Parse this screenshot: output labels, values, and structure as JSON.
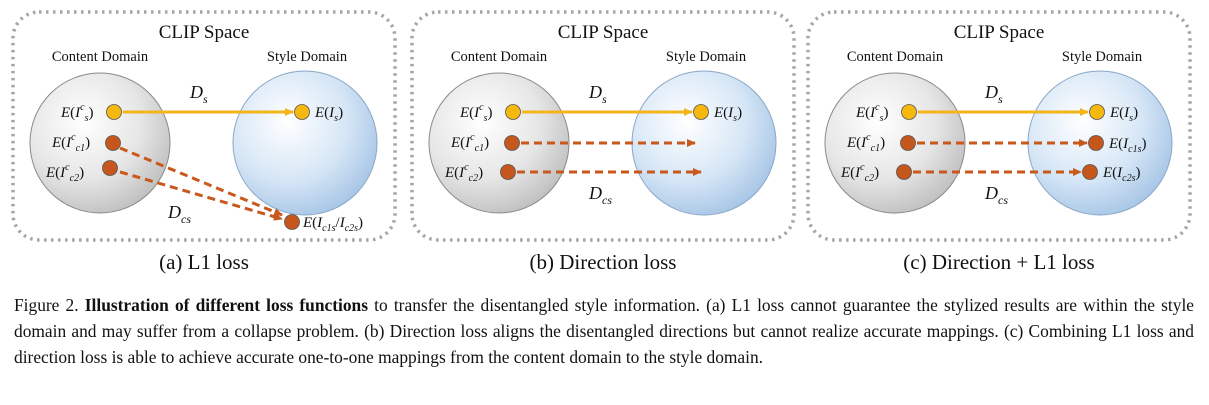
{
  "panels": [
    {
      "space_title": "CLIP Space",
      "content_domain": "Content Domain",
      "style_domain": "Style Domain",
      "labels": {
        "e_s_content": "E(I^c_s)",
        "e_c1": "E(I^c_c1)",
        "e_c2": "E(I^c_c2)",
        "e_style": "E(I_s)",
        "e_target": "E(I_c1s/I_c2s)"
      },
      "d_s": "D_s",
      "d_cs": "D_cs",
      "subcaption": "(a) L1 loss"
    },
    {
      "space_title": "CLIP Space",
      "content_domain": "Content Domain",
      "style_domain": "Style Domain",
      "labels": {
        "e_s_content": "E(I^c_s)",
        "e_c1": "E(I^c_c1)",
        "e_c2": "E(I^c_c2)",
        "e_style": "E(I_s)"
      },
      "d_s": "D_s",
      "d_cs": "D_cs",
      "subcaption": "(b) Direction loss"
    },
    {
      "space_title": "CLIP Space",
      "content_domain": "Content Domain",
      "style_domain": "Style Domain",
      "labels": {
        "e_s_content": "E(I^c_s)",
        "e_c1": "E(I^c_c1)",
        "e_c2": "E(I^c_c2)",
        "e_style": "E(I_s)",
        "e_c1s": "E(I_c1s)",
        "e_c2s": "E(I_c2s)"
      },
      "d_s": "D_s",
      "d_cs": "D_cs",
      "subcaption": "(c) Direction + L1 loss"
    }
  ],
  "caption": {
    "label": "Figure 2.",
    "bold": "Illustration of different loss functions",
    "text": "to transfer the disentangled style information. (a) L1 loss cannot guarantee the stylized results are within the style domain and may suffer from a collapse problem. (b) Direction loss aligns the disentangled directions but cannot realize accurate mappings. (c) Combining L1 loss and direction loss is able to achieve accurate one-to-one mappings from the content domain to the style domain."
  },
  "colors": {
    "style_point": "#f5b80f",
    "style_arrow": "#f3b51a",
    "content_point": "#c5571c",
    "content_arrow": "#c8581b",
    "frame": "#a6a6a6"
  }
}
